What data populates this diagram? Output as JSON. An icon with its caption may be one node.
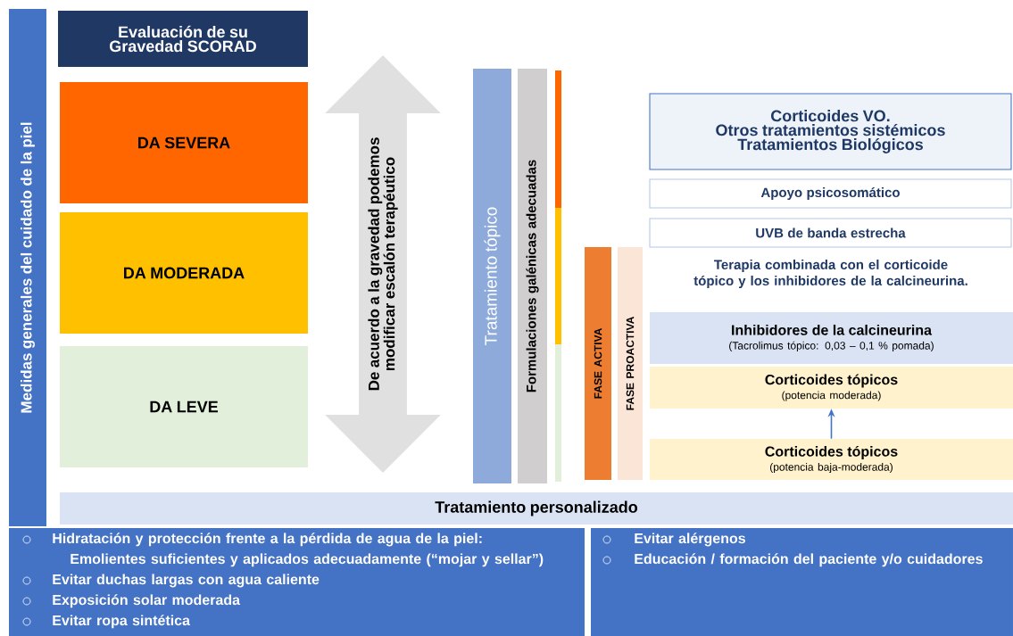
{
  "diagram": {
    "nodes": [
      {
        "text": [
          "Medidas generales del cuidado de la piel"
        ]
      },
      {
        "text": [
          "Evaluación de su Gravedad SCORAD"
        ]
      },
      {
        "text": [
          "DA SEVERA"
        ]
      },
      {
        "text": [
          "DA MODERADA"
        ]
      },
      {
        "text": [
          "DA LEVE"
        ]
      },
      {
        "text": [
          "De acuerdo a la gravedad podemos modificar escalón terapéutico"
        ]
      },
      {
        "text": [
          "Tratamiento tópico"
        ]
      },
      {
        "text": [
          "Formulaciones galénicas adecuadas"
        ]
      },
      {
        "text": [
          "FASE ACTIVA"
        ]
      },
      {
        "text": [
          "FASE PROACTIVA"
        ]
      },
      {
        "text": [
          "Corticoides VO.",
          "Otros tratamientos sistémicos",
          "Tratamientos Biológicos"
        ]
      },
      {
        "text": [
          "Apoyo psicosomático"
        ]
      },
      {
        "text": [
          "UVB de banda estrecha"
        ]
      },
      {
        "text": [
          "Inhibidores de la calcineurina",
          "(Tacrolimus tópico: 0,03 – 0,1 % pomada)"
        ]
      },
      {
        "text": [
          "Corticoides tópicos",
          "(potencia moderada)"
        ]
      },
      {
        "text": [
          "Corticoides tópicos",
          "(potencia baja-moderada)"
        ]
      },
      {
        "text": [
          "Tratamiento personalizado"
        ]
      },
      {
        "text": [
          "Hidratación y protección frente a la pérdida de agua de la piel:",
          "Emolientes suficientes y aplicados adecuadamente (“mojar y sellar”)",
          "Evitar duchas largas con agua caliente",
          "Exposición solar moderada",
          "Evitar ropa sintética"
        ]
      },
      {
        "text": [
          "Evitar alérgenos",
          "Educación / formación del paciente y/o cuidadores"
        ]
      }
    ],
    "edges": [
      {
        "from": 15,
        "to": 14,
        "arrow": "to"
      }
    ],
    "labels": [
      "Terapia combinada con el corticoide tópico y los inhibidores de la calcineurina."
    ]
  }
}
